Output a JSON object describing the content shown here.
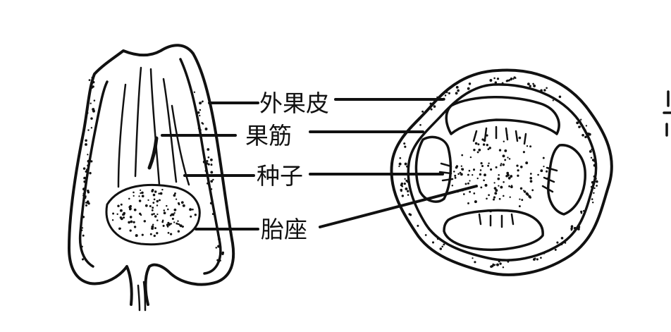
{
  "diagram": {
    "labels": {
      "pericarp": "外果皮",
      "fruit_rib": "果筋",
      "seed": "种子",
      "placenta": "胎座"
    },
    "colors": {
      "ink": "#111111",
      "background": "#ffffff"
    }
  }
}
